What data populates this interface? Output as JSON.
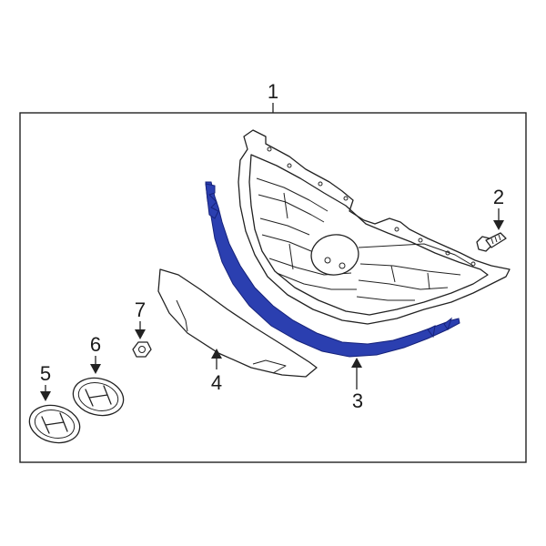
{
  "diagram": {
    "callouts": [
      "1",
      "2",
      "3",
      "4",
      "5",
      "6",
      "7"
    ],
    "highlight_color": "#2b3fb0",
    "parts": [
      {
        "callout": "1",
        "icon": "grille-assembly"
      },
      {
        "callout": "2",
        "icon": "bolt-icon"
      },
      {
        "callout": "3",
        "icon": "grille-molding-strip",
        "highlighted": true
      },
      {
        "callout": "4",
        "icon": "trim-panel"
      },
      {
        "callout": "5",
        "icon": "emblem-icon"
      },
      {
        "callout": "6",
        "icon": "emblem-icon"
      },
      {
        "callout": "7",
        "icon": "nut-icon"
      }
    ]
  }
}
